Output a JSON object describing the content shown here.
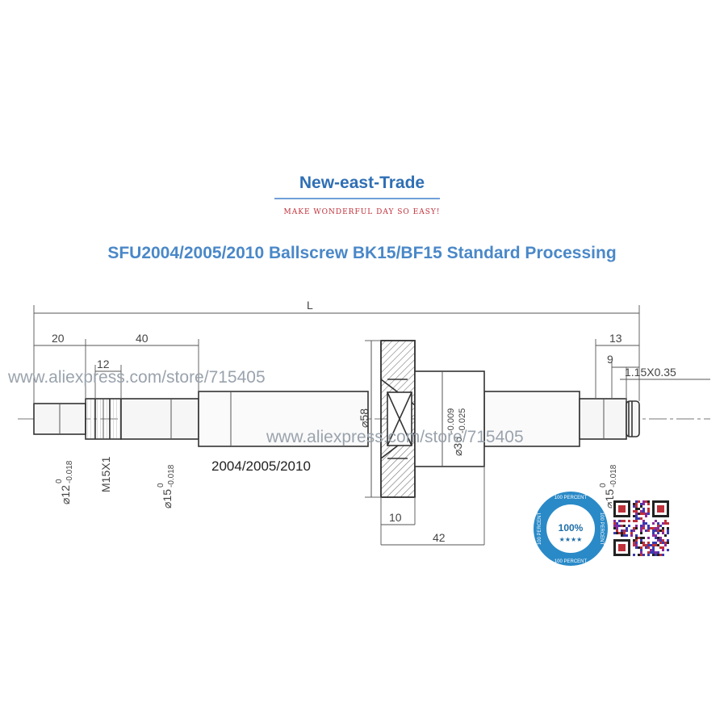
{
  "brand": {
    "name": "New-east-Trade",
    "tagline": "MAKE WONDERFUL DAY SO EASY!"
  },
  "title": "SFU2004/2005/2010 Ballscrew BK15/BF15 Standard Processing",
  "watermarks": [
    "www.aliexpress.com/store/715405",
    "www.aliexpress.com/store/715405"
  ],
  "model_label": "2004/2005/2010",
  "dimensions": {
    "overall": "L",
    "left_end": "20",
    "left_thread": "40",
    "thread_len": "12",
    "right_end": "13",
    "right_step": "9",
    "groove": "1.15X0.35",
    "flange_thick": "10",
    "nut_len": "42",
    "flange_dia": "⌀58",
    "nut_dia": "⌀36",
    "nut_tol_upper": "-0.009",
    "nut_tol_lower": "-0.025",
    "d12": "⌀12",
    "d15": "⌀15",
    "d15r": "⌀15",
    "tol_zero": "0",
    "tol_018": "-0.018",
    "thread": "M15X1"
  },
  "badge": {
    "top": "100 PERCENT",
    "right": "100 PERCENT",
    "bottom": "100 PERCENT",
    "left": "100 PERCENT",
    "center": "100%",
    "stars": "★★★★"
  },
  "colors": {
    "brand": "#2f6fb5",
    "title": "#4a88c8",
    "tagline": "#c0303a",
    "badge": "#2a8ac8"
  }
}
